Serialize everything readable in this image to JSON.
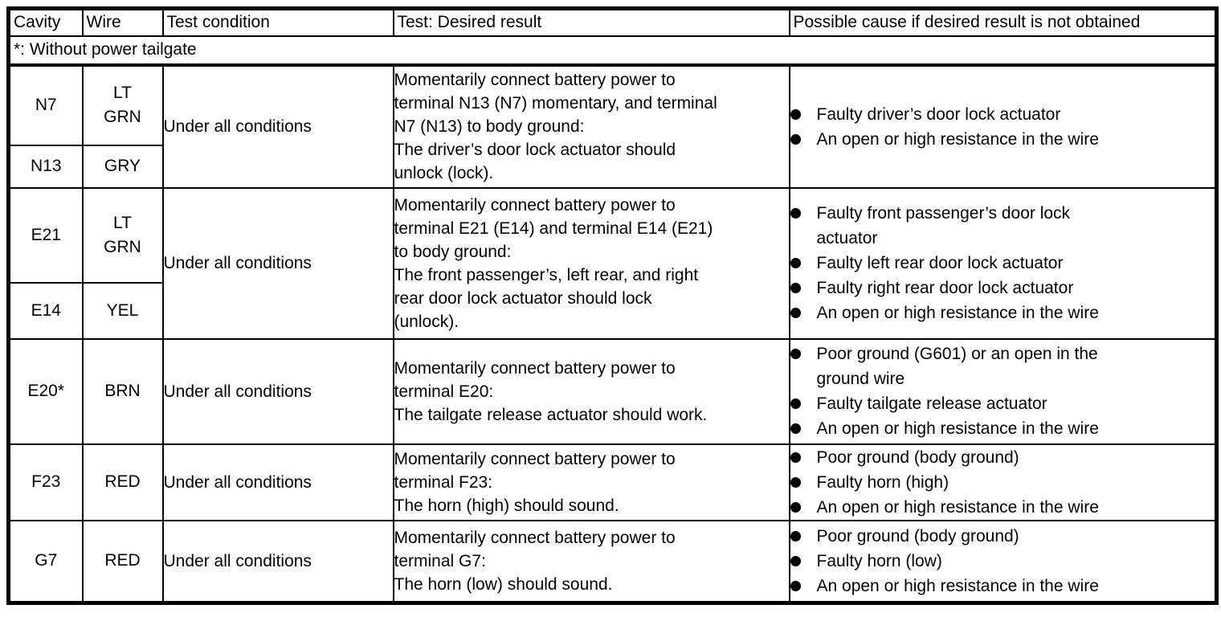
{
  "table": {
    "headers": {
      "cavity": "Cavity",
      "wire": "Wire",
      "test_condition": "Test condition",
      "desired_result": "Test: Desired result",
      "possible_cause": "Possible cause if desired result is not obtained"
    },
    "note": "*: Without power tailgate",
    "rows": [
      {
        "cavities": [
          {
            "cavity": "N7",
            "wire": "LT\nGRN"
          },
          {
            "cavity": "N13",
            "wire": "GRY"
          }
        ],
        "test_condition": "Under all conditions",
        "desired_result": "Momentarily connect battery power to\nterminal N13 (N7) momentary, and terminal\nN7 (N13) to body ground:\nThe driver’s door lock actuator should\nunlock (lock).",
        "causes": [
          "Faulty driver’s door lock actuator",
          "An open or high resistance in the wire"
        ]
      },
      {
        "cavities": [
          {
            "cavity": "E21",
            "wire": "LT\nGRN"
          },
          {
            "cavity": "E14",
            "wire": "YEL"
          }
        ],
        "test_condition": "Under all conditions",
        "desired_result": "Momentarily connect battery power to\nterminal E21 (E14) and terminal E14 (E21)\nto body ground:\nThe front passenger’s, left rear, and right\nrear door lock actuator should lock\n(unlock).",
        "causes": [
          "Faulty front passenger’s door lock\nactuator",
          "Faulty left rear door lock actuator",
          "Faulty right rear door lock actuator",
          "An open or high resistance in the wire"
        ]
      },
      {
        "cavities": [
          {
            "cavity": "E20*",
            "wire": "BRN"
          }
        ],
        "test_condition": "Under all conditions",
        "desired_result": "Momentarily connect battery power to\nterminal E20:\nThe tailgate release actuator should work.",
        "causes": [
          "Poor ground (G601) or an open in the\nground wire",
          "Faulty tailgate release actuator",
          "An open or high resistance in the wire"
        ]
      },
      {
        "cavities": [
          {
            "cavity": "F23",
            "wire": "RED"
          }
        ],
        "test_condition": "Under all conditions",
        "desired_result": "Momentarily connect battery power to\nterminal F23:\nThe horn (high) should sound.",
        "causes": [
          "Poor ground (body ground)",
          "Faulty horn (high)",
          "An open or high resistance in the wire"
        ]
      },
      {
        "cavities": [
          {
            "cavity": "G7",
            "wire": "RED"
          }
        ],
        "test_condition": "Under all conditions",
        "desired_result": "Momentarily connect battery power to\nterminal G7:\nThe horn (low) should sound.",
        "causes": [
          "Poor ground (body ground)",
          "Faulty horn (low)",
          "An open or high resistance in the wire"
        ]
      }
    ]
  }
}
